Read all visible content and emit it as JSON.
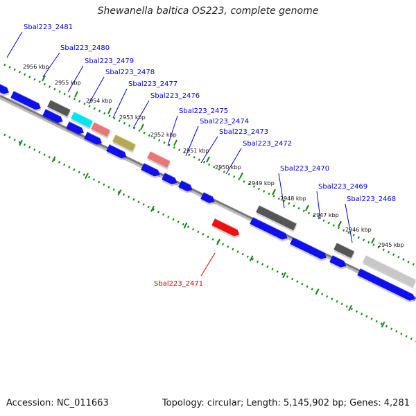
{
  "title": "Shewanella baltica OS223, complete genome",
  "footer": {
    "accession": "Accession: NC_011663",
    "topology": "Topology: circular; Length: 5,145,902 bp; Genes: 4,281"
  },
  "colors": {
    "backbone": "#7a7a7a",
    "ruler": "#118811",
    "label_forward": "#0000cc",
    "label_reverse": "#cc0000",
    "cds": "#1010ee",
    "gray": "#555555",
    "cyan": "#00e5ee",
    "pink": "#e87878",
    "olive": "#b5a850",
    "red": "#ee1010",
    "lightgray": "#c8c8c8"
  },
  "ticks": [
    "2956 kbp",
    "2955 kbp",
    "2954 kbp",
    "2953 kbp",
    "2952 kbp",
    "2951 kbp",
    "2950 kbp",
    "2949 kbp",
    "2948 kbp",
    "2947 kbp",
    "2946 kbp",
    "2945 kbp"
  ],
  "gene_labels": [
    {
      "text": "Sbal223_2481",
      "color": "forward"
    },
    {
      "text": "Sbal223_2480",
      "color": "forward"
    },
    {
      "text": "Sbal223_2479",
      "color": "forward"
    },
    {
      "text": "Sbal223_2478",
      "color": "forward"
    },
    {
      "text": "Sbal223_2477",
      "color": "forward"
    },
    {
      "text": "Sbal223_2476",
      "color": "forward"
    },
    {
      "text": "Sbal223_2475",
      "color": "forward"
    },
    {
      "text": "Sbal223_2474",
      "color": "forward"
    },
    {
      "text": "Sbal223_2473",
      "color": "forward"
    },
    {
      "text": "Sbal223_2472",
      "color": "forward"
    },
    {
      "text": "Sbal223_2470",
      "color": "forward"
    },
    {
      "text": "Sbal223_2469",
      "color": "forward"
    },
    {
      "text": "Sbal223_2468",
      "color": "forward"
    },
    {
      "text": "Sbal223_2471",
      "color": "reverse"
    }
  ]
}
